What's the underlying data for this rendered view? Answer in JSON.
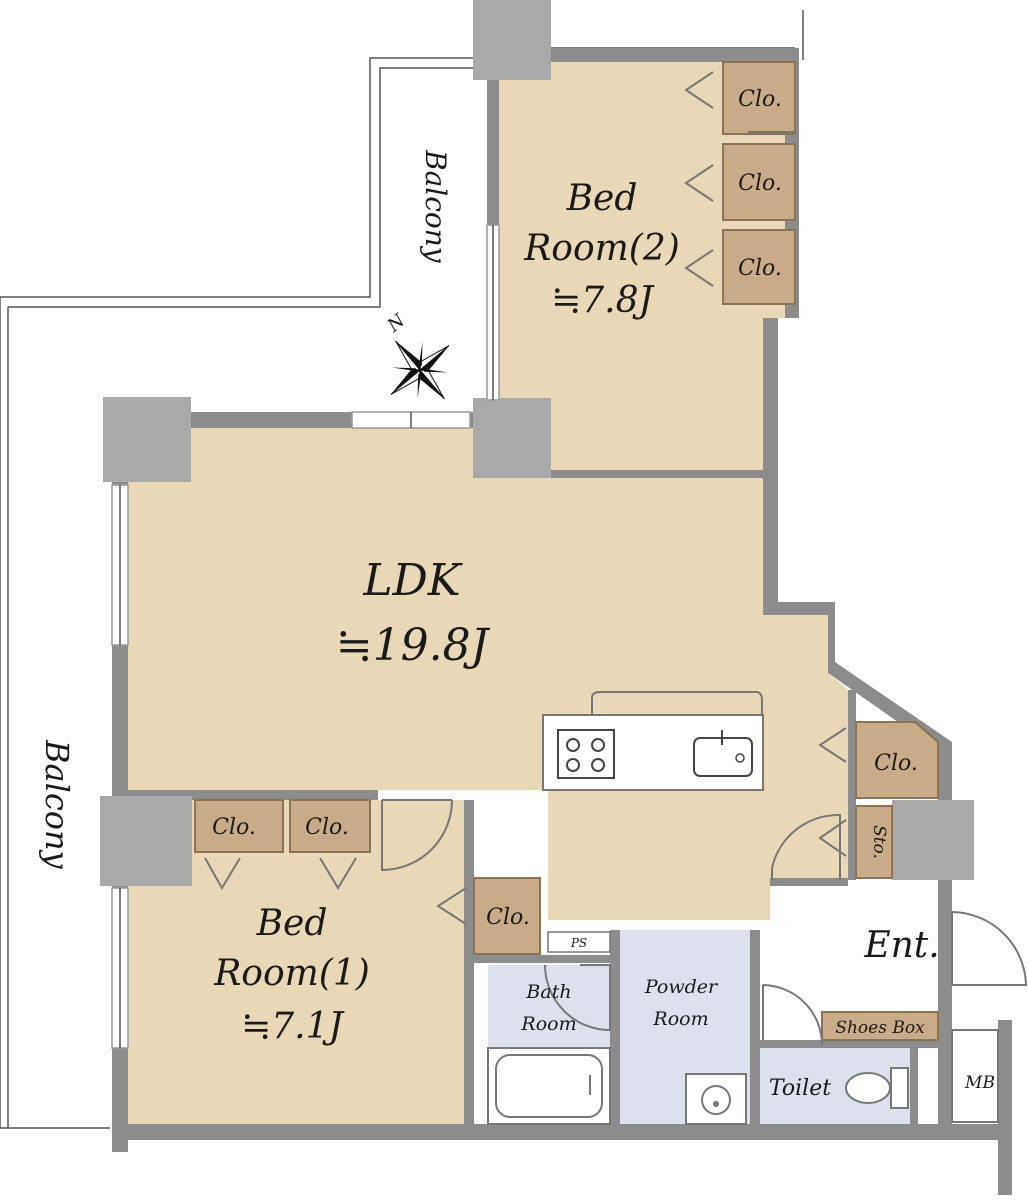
{
  "rooms": {
    "ldk": {
      "name": "LDK",
      "area": "≒19.8J"
    },
    "bed1": {
      "name_line1": "Bed",
      "name_line2": "Room(1)",
      "area": "≒7.1J"
    },
    "bed2": {
      "name_line1": "Bed",
      "name_line2": "Room(2)",
      "area": "≒7.8J"
    },
    "bath": {
      "line1": "Bath",
      "line2": "Room"
    },
    "powder": {
      "line1": "Powder",
      "line2": "Room"
    },
    "toilet": "Toilet",
    "entrance": "Ent.",
    "shoes_box": "Shoes Box",
    "mb": "MB",
    "ps": "PS",
    "storage": "Sto."
  },
  "closets": {
    "bed2_1": "Clo.",
    "bed2_2": "Clo.",
    "bed2_3": "Clo.",
    "bed1_1": "Clo.",
    "bed1_2": "Clo.",
    "bed1_3": "Clo.",
    "ldk": "Clo."
  },
  "balconies": {
    "north": "Balcony",
    "west": "Balcony"
  },
  "compass": {
    "label": "N",
    "icon": "compass-rose-icon"
  },
  "colors": {
    "room_fill": "#e8d8b8",
    "wet_area_fill": "#dde1ee",
    "closet_fill": "#c8ac88",
    "wall": "#8c8c8c"
  }
}
